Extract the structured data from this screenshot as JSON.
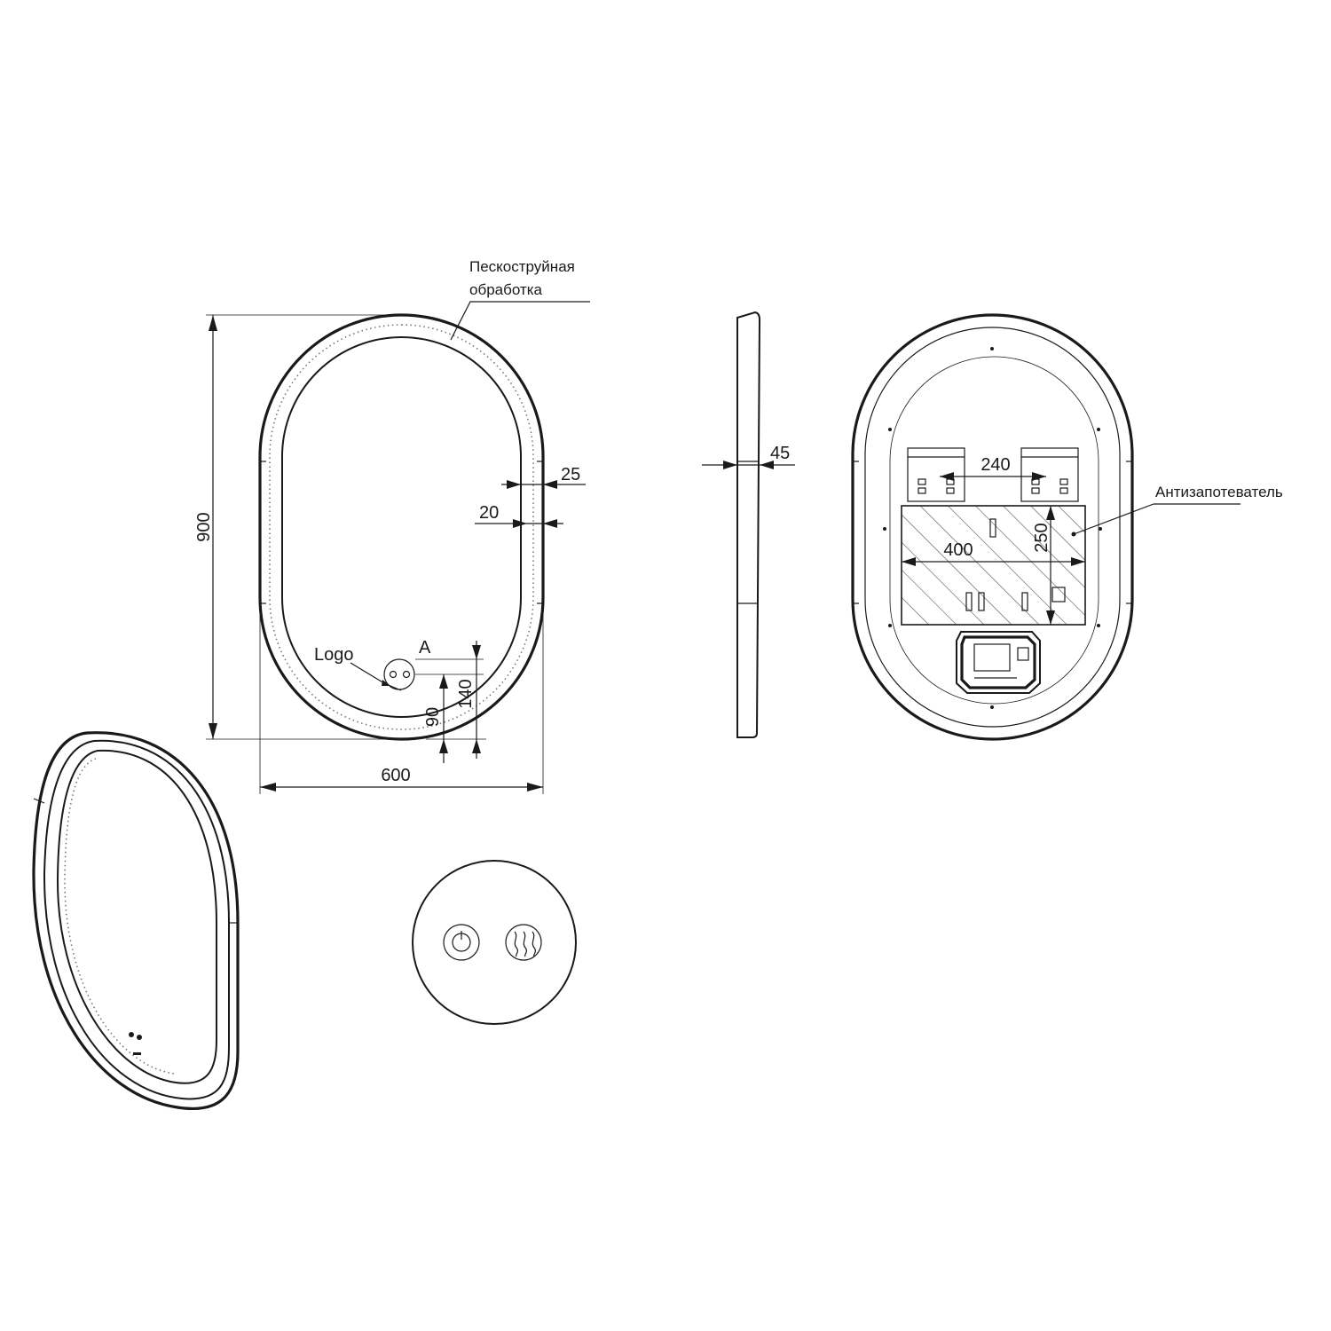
{
  "labels": {
    "sandblast_line1": "Пескоструйная",
    "sandblast_line2": "обработка",
    "antifog": "Антизапотеватель",
    "logo": "Logo",
    "detail": "A"
  },
  "dimensions": {
    "height": "900",
    "width": "600",
    "frame": "25",
    "inset": "20",
    "depth": "45",
    "bracket_spacing": "240",
    "heater_width": "400",
    "heater_height": "250",
    "logo_offset": "90",
    "logo_height": "140"
  },
  "icons": [
    "power-button-icon",
    "antifog-button-icon"
  ],
  "colors": {
    "line": "#1a1a1a",
    "background": "#ffffff"
  }
}
